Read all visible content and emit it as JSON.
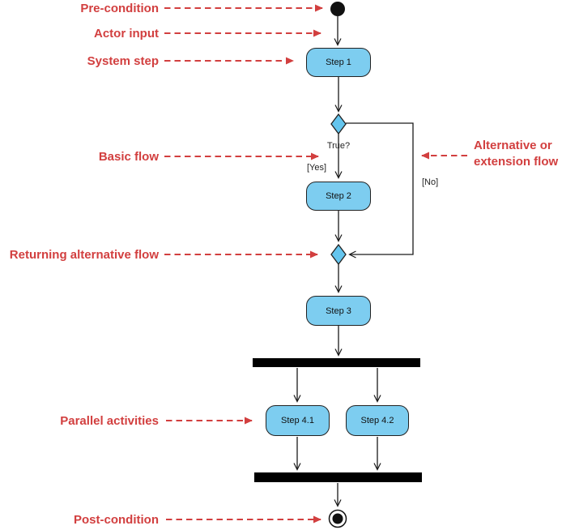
{
  "colors": {
    "annotation_red": "#d23f3f",
    "step_fill": "#7dcdf0",
    "diamond_fill": "#64c5ee",
    "line": "#1a1a1a",
    "bar_black": "#000000",
    "background": "#ffffff"
  },
  "annotations": {
    "pre_condition": "Pre-condition",
    "actor_input": "Actor input",
    "system_step": "System step",
    "basic_flow": "Basic flow",
    "alternative_flow_line1": "Alternative or",
    "alternative_flow_line2": "extension flow",
    "returning_alternative_flow": "Returning alternative flow",
    "parallel_activities": "Parallel activities",
    "post_condition": "Post-condition"
  },
  "diagram": {
    "steps": {
      "step1": "Step 1",
      "step2": "Step 2",
      "step3": "Step 3",
      "step4_1": "Step 4.1",
      "step4_2": "Step 4.2"
    },
    "decision_question": "True?",
    "guard_yes": "[Yes]",
    "guard_no": "[No]"
  }
}
